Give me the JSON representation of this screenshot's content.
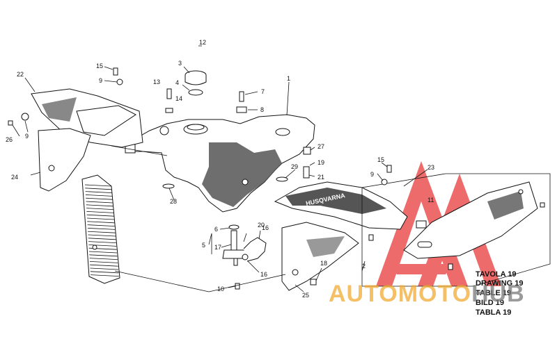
{
  "callouts": [
    "1",
    "2",
    "3",
    "4",
    "5",
    "6",
    "7",
    "8",
    "9",
    "9",
    "9",
    "10",
    "11",
    "12",
    "13",
    "14",
    "15",
    "15",
    "16",
    "16",
    "17",
    "18",
    "19",
    "20",
    "21",
    "22",
    "23",
    "24",
    "25",
    "26",
    "27",
    "28",
    "29"
  ],
  "table_labels": [
    "TAVOLA 19",
    "DRAWING 19",
    "TABLE 19",
    "BILD 19",
    "TABLA 19"
  ],
  "watermark": {
    "part1": "AUTOMOTO",
    "part2": "HUB"
  },
  "colors": {
    "logo_red": "#e83a3a",
    "watermark_orange": "#f0aa32",
    "line": "#111111"
  }
}
